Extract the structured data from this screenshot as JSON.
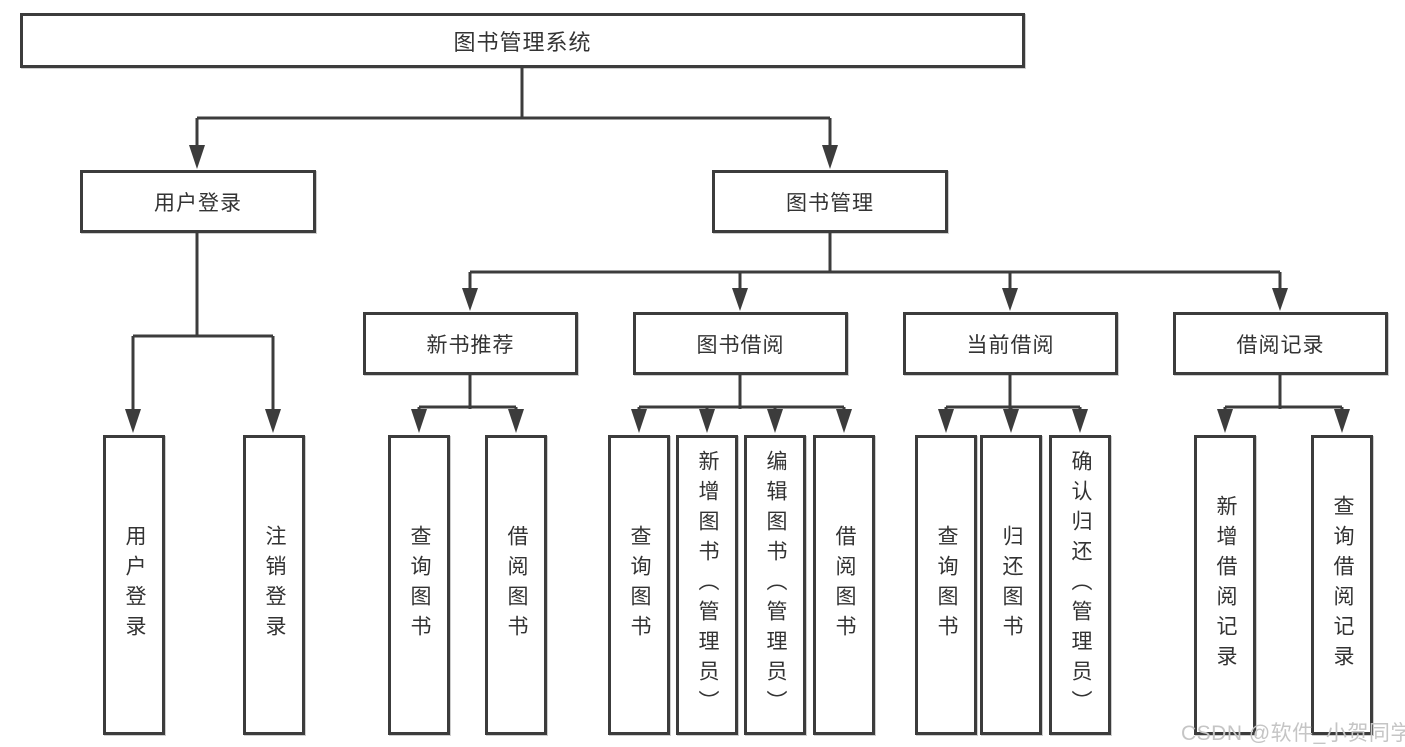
{
  "diagram": {
    "root": {
      "label": "图书管理系统",
      "children": [
        {
          "label": "用户登录",
          "children": [
            {
              "label": "用户登录"
            },
            {
              "label": "注销登录"
            }
          ]
        },
        {
          "label": "图书管理",
          "children": [
            {
              "label": "新书推荐",
              "children": [
                {
                  "label": "查询图书"
                },
                {
                  "label": "借阅图书"
                }
              ]
            },
            {
              "label": "图书借阅",
              "children": [
                {
                  "label": "查询图书"
                },
                {
                  "label": "新增图书（管理员）"
                },
                {
                  "label": "编辑图书（管理员）"
                },
                {
                  "label": "借阅图书"
                }
              ]
            },
            {
              "label": "当前借阅",
              "children": [
                {
                  "label": "查询图书"
                },
                {
                  "label": "归还图书"
                },
                {
                  "label": "确认归还（管理员）"
                }
              ]
            },
            {
              "label": "借阅记录",
              "children": [
                {
                  "label": "新增借阅记录"
                },
                {
                  "label": "查询借阅记录"
                }
              ]
            }
          ]
        }
      ]
    },
    "colors": {
      "line": "#3c3c3c",
      "text": "#333333",
      "box_background": "#ffffff",
      "watermark": "#c5c5c5"
    }
  },
  "watermark": {
    "text": "CSDN @软件_小贺同学"
  }
}
